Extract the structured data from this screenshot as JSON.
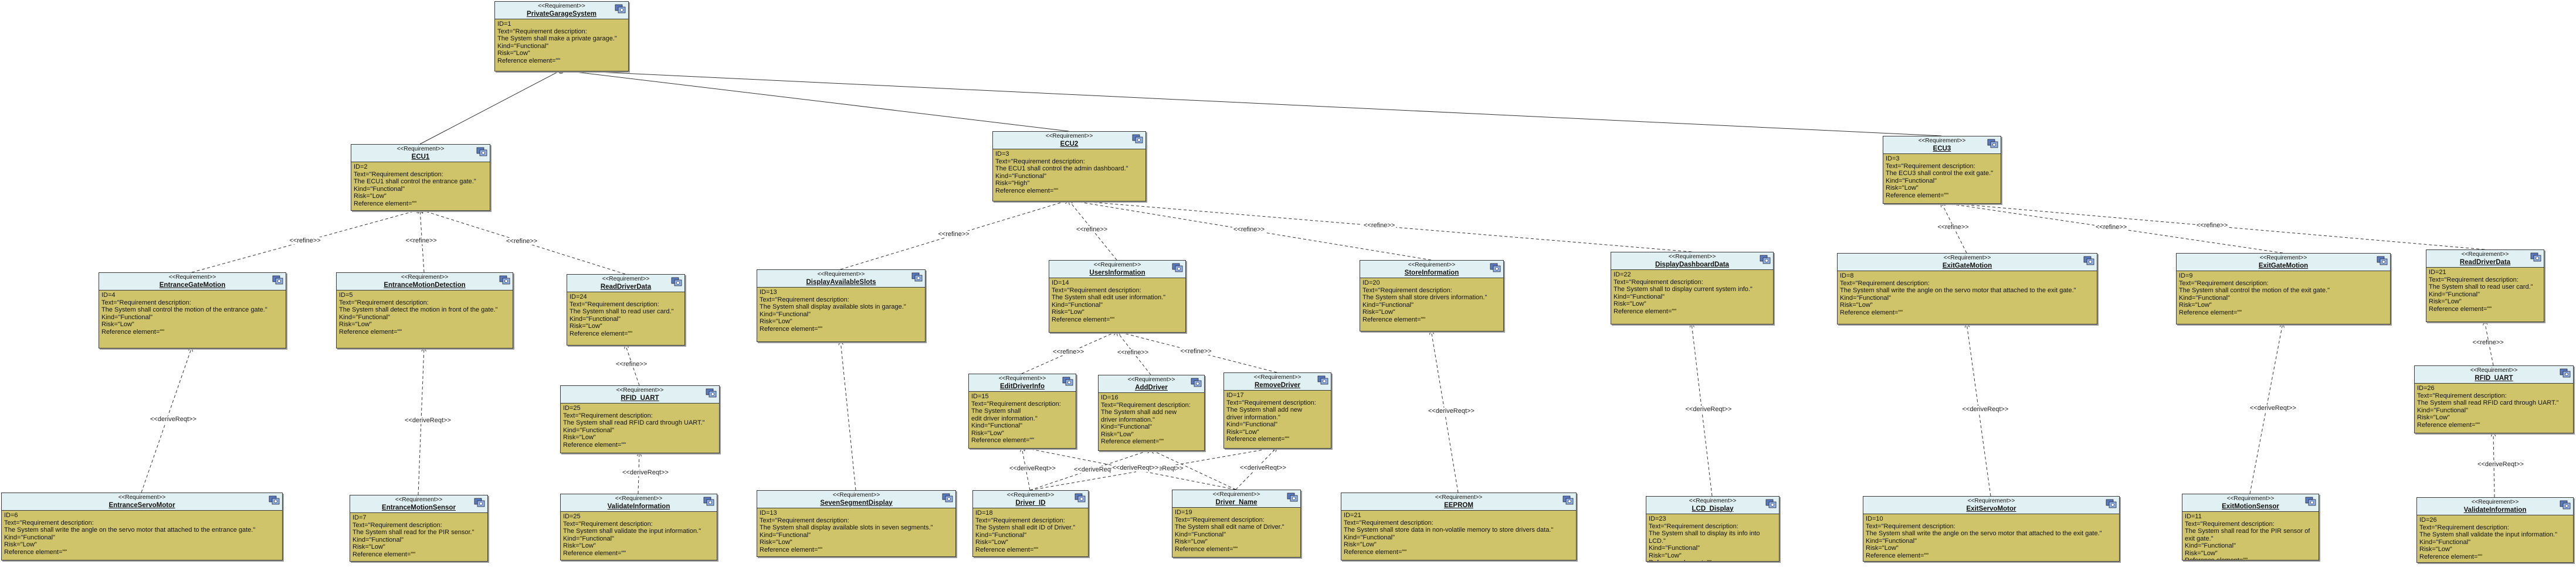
{
  "stereotype": "<<Requirement>>",
  "requirements": [
    {
      "key": "PrivateGarageSystem",
      "name": "PrivateGarageSystem",
      "lines": [
        "ID=1",
        "Text=\"Requirement description:",
        "The System shall make a private garage.\"",
        "Kind=\"Functional\"",
        "Risk=\"Low\"",
        "Reference element=\"\""
      ]
    },
    {
      "key": "ECU1",
      "name": "ECU1",
      "lines": [
        "ID=2",
        "Text=\"Requirement description:",
        "The ECU1 shall control the entrance gate.\"",
        "Kind=\"Functional\"",
        "Risk=\"Low\"",
        "Reference element=\"\""
      ]
    },
    {
      "key": "ECU2",
      "name": "ECU2",
      "lines": [
        "ID=3",
        "Text=\"Requirement description:",
        "The ECU1 shall control the admin dashboard.\"",
        "Kind=\"Functional\"",
        "Risk=\"High\"",
        "Reference element=\"\""
      ]
    },
    {
      "key": "ECU3",
      "name": "ECU3",
      "lines": [
        "ID=3",
        "Text=\"Requirement description:",
        "The ECU3 shall control the exit gate.\"",
        "Kind=\"Functional\"",
        "Risk=\"Low\"",
        "Reference element=\"\""
      ]
    },
    {
      "key": "EntranceGateMotion",
      "name": "EntranceGateMotion",
      "lines": [
        "ID=4",
        "Text=\"Requirement description:",
        "The System shall control the motion of the entrance gate.\"",
        "Kind=\"Functional\"",
        "Risk=\"Low\"",
        "Reference element=\"\""
      ]
    },
    {
      "key": "EntranceMotionDetection",
      "name": "EntranceMotionDetection",
      "lines": [
        "ID=5",
        "Text=\"Requirement description:",
        "The System shall detect the motion in front of the gate.\"",
        "Kind=\"Functional\"",
        "Risk=\"Low\"",
        "Reference element=\"\""
      ]
    },
    {
      "key": "ReadDriverData1",
      "name": "ReadDriverData",
      "lines": [
        "ID=24",
        "Text=\"Requirement description:",
        "The System shall to read user card.\"",
        "Kind=\"Functional\"",
        "Risk=\"Low\"",
        "Reference element=\"\""
      ]
    },
    {
      "key": "DisplayAvailableSlots",
      "name": "DisplayAvailableSlots",
      "lines": [
        "ID=13",
        "Text=\"Requirement description:",
        "The System shall display available slots in garage.\"",
        "Kind=\"Functional\"",
        "Risk=\"Low\"",
        "Reference element=\"\""
      ]
    },
    {
      "key": "UsersInformation",
      "name": "UsersInformation",
      "lines": [
        "ID=14",
        "Text=\"Requirement description:",
        "The System shall edit user information.\"",
        "Kind=\"Functional\"",
        "Risk=\"Low\"",
        "Reference element=\"\""
      ]
    },
    {
      "key": "StoreInformation",
      "name": "StoreInformation",
      "lines": [
        "ID=20",
        "Text=\"Requirement description:",
        "The System shall store drivers information.\"",
        "Kind=\"Functional\"",
        "Risk=\"Low\"",
        "Reference element=\"\""
      ]
    },
    {
      "key": "DisplayDashboardData",
      "name": "DisplayDashboardData",
      "lines": [
        "ID=22",
        "Text=\"Requirement description:",
        "The System shall to display current system info.\"",
        "Kind=\"Functional\"",
        "Risk=\"Low\"",
        "Reference element=\"\""
      ]
    },
    {
      "key": "ExitGateMotion1",
      "name": "ExitGateMotion",
      "lines": [
        "ID=8",
        "Text=\"Requirement description:",
        "The System shall write the angle on the servo motor that attached to the exit gate.\"",
        "Kind=\"Functional\"",
        "Risk=\"Low\"",
        "Reference element=\"\""
      ]
    },
    {
      "key": "ExitGateMotion2",
      "name": "ExitGateMotion",
      "lines": [
        "ID=9",
        "Text=\"Requirement description:",
        "The System shall control the motion of the exit gate.\"",
        "Kind=\"Functional\"",
        "Risk=\"Low\"",
        "Reference element=\"\""
      ]
    },
    {
      "key": "ReadDriverData2",
      "name": "ReadDriverData",
      "lines": [
        "ID=21",
        "Text=\"Requirement description:",
        "The System shall to read user card.\"",
        "Kind=\"Functional\"",
        "Risk=\"Low\"",
        "Reference element=\"\""
      ]
    },
    {
      "key": "RFID_UART1",
      "name": "RFID_UART",
      "lines": [
        "ID=25",
        "Text=\"Requirement description:",
        "The System shall read RFID card through UART.\"",
        "Kind=\"Functional\"",
        "Risk=\"Low\"",
        "Reference element=\"\""
      ]
    },
    {
      "key": "EditDriverInfo",
      "name": "EditDriverInfo",
      "lines": [
        "ID=15",
        "Text=\"Requirement description:",
        "The System shall",
        "edit driver information.\"",
        "Kind=\"Functional\"",
        "Risk=\"Low\"",
        "Reference element=\"\""
      ]
    },
    {
      "key": "AddDriver",
      "name": "AddDriver",
      "lines": [
        "ID=16",
        "Text=\"Requirement description:",
        "The System shall add new",
        "driver information.\"",
        "Kind=\"Functional\"",
        "Risk=\"Low\"",
        "Reference element=\"\""
      ]
    },
    {
      "key": "RemoveDriver",
      "name": "RemoveDriver",
      "lines": [
        "ID=17",
        "Text=\"Requirement description:",
        "The System shall add new",
        "driver information.\"",
        "Kind=\"Functional\"",
        "Risk=\"Low\"",
        "Reference element=\"\""
      ]
    },
    {
      "key": "RFID_UART2",
      "name": "RFID_UART",
      "lines": [
        "ID=26",
        "Text=\"Requirement description:",
        "The System shall read RFID card through UART.\"",
        "Kind=\"Functional\"",
        "Risk=\"Low\"",
        "Reference element=\"\""
      ]
    },
    {
      "key": "EntranceServoMotor",
      "name": "EntranceServoMotor",
      "lines": [
        "ID=6",
        "Text=\"Requirement description:",
        "The System shall write the angle on the servo motor that attached to the entrance gate.\"",
        "Kind=\"Functional\"",
        "Risk=\"Low\"",
        "Reference element=\"\""
      ]
    },
    {
      "key": "EntranceMotionSensor",
      "name": "EntranceMotionSensor",
      "lines": [
        "ID=7",
        "Text=\"Requirement description:",
        "The System shall read for the PIR sensor.\"",
        "Kind=\"Functional\"",
        "Risk=\"Low\"",
        "Reference element=\"\""
      ]
    },
    {
      "key": "ValidateInformation1",
      "name": "ValidateInformation",
      "lines": [
        "ID=25",
        "Text=\"Requirement description:",
        "The System shall validate the input information.\"",
        "Kind=\"Functional\"",
        "Risk=\"Low\"",
        "Reference element=\"\""
      ]
    },
    {
      "key": "SevenSegmentDisplay",
      "name": "SevenSegmentDisplay",
      "lines": [
        "ID=13",
        "Text=\"Requirement description:",
        "The System shall display available slots in seven segments.\"",
        "Kind=\"Functional\"",
        "Risk=\"Low\"",
        "Reference element=\"\""
      ]
    },
    {
      "key": "Driver_ID",
      "name": "Driver_ID",
      "lines": [
        "ID=18",
        "Text=\"Requirement description:",
        "The System shall edit ID of Driver.\"",
        "Kind=\"Functional\"",
        "Risk=\"Low\"",
        "Reference element=\"\""
      ]
    },
    {
      "key": "Driver_Name",
      "name": "Driver_Name",
      "lines": [
        "ID=19",
        "Text=\"Requirement description:",
        "The System shall edit name of Driver.\"",
        "Kind=\"Functional\"",
        "Risk=\"Low\"",
        "Reference element=\"\""
      ]
    },
    {
      "key": "EEPROM",
      "name": "EEPROM",
      "lines": [
        "ID=21",
        "Text=\"Requirement description:",
        "The System shall store data in non-volatile memory to store drivers data.\"",
        "Kind=\"Functional\"",
        "Risk=\"Low\"",
        "Reference element=\"\""
      ]
    },
    {
      "key": "LCD_Display",
      "name": "LCD_Display",
      "lines": [
        "ID=23",
        "Text=\"Requirement description:",
        "The System shall to display its info into LCD.\"",
        "Kind=\"Functional\"",
        "Risk=\"Low\"",
        "Reference element=\"\""
      ]
    },
    {
      "key": "ExitServoMotor",
      "name": "ExitServoMotor",
      "lines": [
        "ID=10",
        "Text=\"Requirement description:",
        "The System shall write the angle on the servo motor that attached to the exit gate.\"",
        "Kind=\"Functional\"",
        "Risk=\"Low\"",
        "Reference element=\"\""
      ]
    },
    {
      "key": "ExitMotionSensor",
      "name": "ExitMotionSensor",
      "lines": [
        "ID=11",
        "Text=\"Requirement description:",
        "The System shall read for the PIR sensor of exit gate.\"",
        "Kind=\"Functional\"",
        "Risk=\"Low\"",
        "Reference element=\"\""
      ]
    },
    {
      "key": "ValidateInformation2",
      "name": "ValidateInformation",
      "lines": [
        "ID=26",
        "Text=\"Requirement description:",
        "The System shall validate the input information.\"",
        "Kind=\"Functional\"",
        "Risk=\"Low\"",
        "Reference element=\"\""
      ]
    }
  ],
  "relations": [
    {
      "from": "ECU1",
      "to": "PrivateGarageSystem",
      "type": "containment",
      "label": ""
    },
    {
      "from": "ECU2",
      "to": "PrivateGarageSystem",
      "type": "containment",
      "label": ""
    },
    {
      "from": "ECU3",
      "to": "PrivateGarageSystem",
      "type": "containment",
      "label": ""
    },
    {
      "from": "EntranceGateMotion",
      "to": "ECU1",
      "type": "refine",
      "label": "<<refine>>"
    },
    {
      "from": "EntranceMotionDetection",
      "to": "ECU1",
      "type": "refine",
      "label": "<<refine>>"
    },
    {
      "from": "ReadDriverData1",
      "to": "ECU1",
      "type": "refine",
      "label": "<<refine>>"
    },
    {
      "from": "DisplayAvailableSlots",
      "to": "ECU2",
      "type": "refine",
      "label": "<<refine>>"
    },
    {
      "from": "UsersInformation",
      "to": "ECU2",
      "type": "refine",
      "label": "<<refine>>"
    },
    {
      "from": "StoreInformation",
      "to": "ECU2",
      "type": "refine",
      "label": "<<refine>>"
    },
    {
      "from": "DisplayDashboardData",
      "to": "ECU2",
      "type": "refine",
      "label": "<<refine>>"
    },
    {
      "from": "ExitGateMotion1",
      "to": "ECU3",
      "type": "refine",
      "label": "<<refine>>"
    },
    {
      "from": "ExitGateMotion2",
      "to": "ECU3",
      "type": "refine",
      "label": "<<refine>>"
    },
    {
      "from": "ReadDriverData2",
      "to": "ECU3",
      "type": "refine",
      "label": "<<refine>>"
    },
    {
      "from": "RFID_UART1",
      "to": "ReadDriverData1",
      "type": "refine",
      "label": "<<refine>>"
    },
    {
      "from": "EditDriverInfo",
      "to": "UsersInformation",
      "type": "refine",
      "label": "<<refine>>"
    },
    {
      "from": "AddDriver",
      "to": "UsersInformation",
      "type": "refine",
      "label": "<<refine>>"
    },
    {
      "from": "RemoveDriver",
      "to": "UsersInformation",
      "type": "refine",
      "label": "<<refine>>"
    },
    {
      "from": "RFID_UART2",
      "to": "ReadDriverData2",
      "type": "refine",
      "label": "<<refine>>"
    },
    {
      "from": "EntranceServoMotor",
      "to": "EntranceGateMotion",
      "type": "derive",
      "label": "<<deriveReqt>>"
    },
    {
      "from": "EntranceMotionSensor",
      "to": "EntranceMotionDetection",
      "type": "derive",
      "label": "<<deriveReqt>>"
    },
    {
      "from": "ValidateInformation1",
      "to": "RFID_UART1",
      "type": "derive",
      "label": "<<deriveReqt>>"
    },
    {
      "from": "SevenSegmentDisplay",
      "to": "DisplayAvailableSlots",
      "type": "derive",
      "label": ""
    },
    {
      "from": "Driver_ID",
      "to": "EditDriverInfo",
      "type": "derive",
      "label": "<<deriveReqt>>"
    },
    {
      "from": "Driver_ID",
      "to": "AddDriver",
      "type": "derive",
      "label": "<<deriveReqt>>"
    },
    {
      "from": "Driver_ID",
      "to": "RemoveDriver",
      "type": "derive",
      "label": "<<deriveReqt>>"
    },
    {
      "from": "Driver_Name",
      "to": "AddDriver",
      "type": "derive",
      "label": ""
    },
    {
      "from": "Driver_Name",
      "to": "RemoveDriver",
      "type": "derive",
      "label": "<<deriveReqt>>"
    },
    {
      "from": "Driver_Name",
      "to": "EditDriverInfo",
      "type": "derive",
      "label": "<<deriveReqt>>"
    },
    {
      "from": "EEPROM",
      "to": "StoreInformation",
      "type": "derive",
      "label": "<<deriveReqt>>"
    },
    {
      "from": "LCD_Display",
      "to": "DisplayDashboardData",
      "type": "derive",
      "label": "<<deriveReqt>>"
    },
    {
      "from": "ExitServoMotor",
      "to": "ExitGateMotion1",
      "type": "derive",
      "label": "<<deriveReqt>>"
    },
    {
      "from": "ExitMotionSensor",
      "to": "ExitGateMotion2",
      "type": "derive",
      "label": "<<deriveReqt>>"
    },
    {
      "from": "ValidateInformation2",
      "to": "RFID_UART2",
      "type": "derive",
      "label": "<<deriveReqt>>"
    }
  ]
}
